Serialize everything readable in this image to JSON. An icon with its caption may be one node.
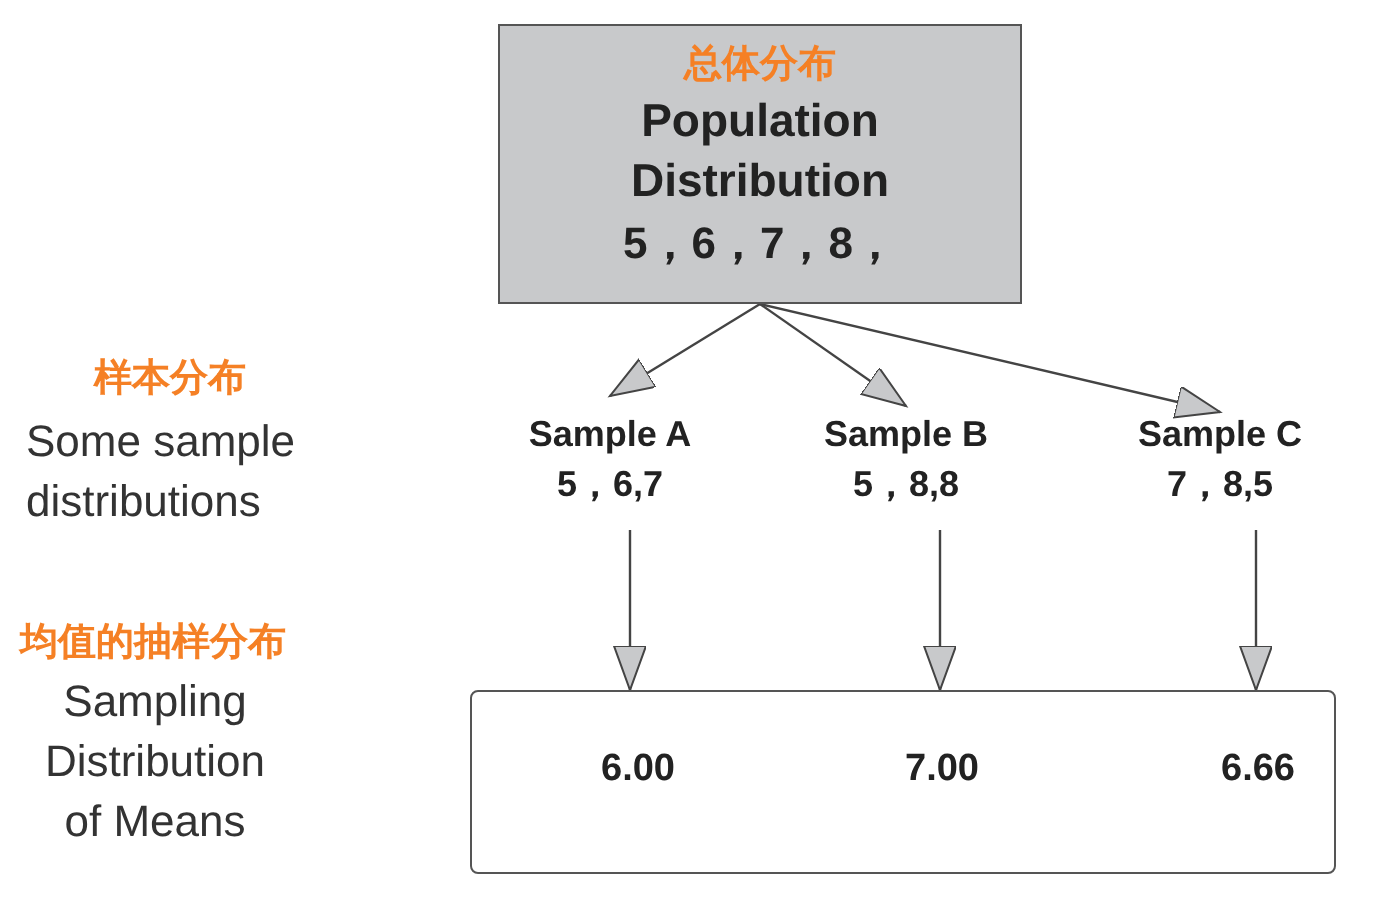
{
  "diagram": {
    "nodes": [
      {
        "text": [
          "总体分布",
          "Population Distribution",
          "5，6，7，8，"
        ]
      },
      {
        "text": [
          "Sample A",
          "5，6,7"
        ]
      },
      {
        "text": [
          "Sample B",
          "5，8,8"
        ]
      },
      {
        "text": [
          "Sample C",
          "7，8,5"
        ]
      },
      {
        "text": [],
        "shape": "box"
      },
      {
        "text": [
          "6.00"
        ],
        "in": 4
      },
      {
        "text": [
          "7.00"
        ],
        "in": 4
      },
      {
        "text": [
          "6.66"
        ],
        "in": 4
      }
    ],
    "edges": [
      {
        "from": 0,
        "to": 1,
        "arrow": "to"
      },
      {
        "from": 0,
        "to": 2,
        "arrow": "to"
      },
      {
        "from": 0,
        "to": 3,
        "arrow": "to"
      },
      {
        "from": 1,
        "to": 4,
        "arrow": "to"
      },
      {
        "from": 2,
        "to": 4,
        "arrow": "to"
      },
      {
        "from": 3,
        "to": 4,
        "arrow": "to"
      }
    ],
    "labels": [
      "样本分布",
      "Some sample distributions",
      "均值的抽样分布",
      "Sampling Distribution of Means"
    ]
  }
}
